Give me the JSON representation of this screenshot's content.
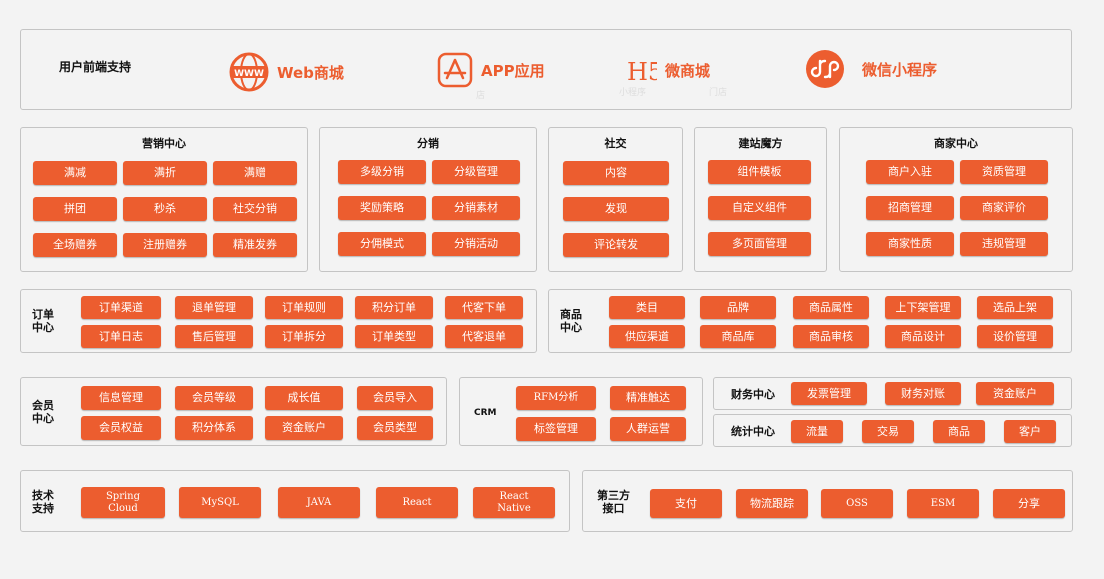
{
  "colors": {
    "accent": "#ec5d2f",
    "border": "#c4c4c4",
    "background": "#f3f3f3"
  },
  "top": {
    "label": "用户前端支持",
    "items": [
      {
        "icon": "globe-www-icon",
        "icon_text": "WWW",
        "label": "Web商城"
      },
      {
        "icon": "app-store-icon",
        "label": "APP应用"
      },
      {
        "icon": "h5-icon",
        "icon_text": "H5",
        "label": "微商城"
      },
      {
        "icon": "mini-program-icon",
        "label": "微信小程序"
      }
    ],
    "faint": [
      "店",
      "小程序",
      "门店"
    ]
  },
  "marketing": {
    "title": "营销中心",
    "items": [
      "满减",
      "满折",
      "满赠",
      "拼团",
      "秒杀",
      "社交分销",
      "全场赠券",
      "注册赠券",
      "精准发券"
    ]
  },
  "distribution": {
    "title": "分销",
    "items": [
      "多级分销",
      "分级管理",
      "奖励策略",
      "分销素材",
      "分佣模式",
      "分销活动"
    ]
  },
  "social": {
    "title": "社交",
    "items": [
      "内容",
      "发现",
      "评论转发"
    ]
  },
  "site_builder": {
    "title": "建站魔方",
    "items": [
      "组件模板",
      "自定义组件",
      "多页面管理"
    ]
  },
  "merchant": {
    "title": "商家中心",
    "items": [
      "商户入驻",
      "资质管理",
      "招商管理",
      "商家评价",
      "商家性质",
      "违规管理"
    ]
  },
  "order": {
    "title": "订单\n中心",
    "items": [
      "订单渠道",
      "退单管理",
      "订单规则",
      "积分订单",
      "代客下单",
      "订单日志",
      "售后管理",
      "订单拆分",
      "订单类型",
      "代客退单"
    ]
  },
  "goods": {
    "title": "商品\n中心",
    "items": [
      "类目",
      "品牌",
      "商品属性",
      "上下架管理",
      "选品上架",
      "供应渠道",
      "商品库",
      "商品审核",
      "商品设计",
      "设价管理"
    ]
  },
  "member": {
    "title": "会员\n中心",
    "items": [
      "信息管理",
      "会员等级",
      "成长值",
      "会员导入",
      "会员权益",
      "积分体系",
      "资金账户",
      "会员类型"
    ]
  },
  "crm": {
    "title": "CRM",
    "items": [
      "RFM分析",
      "精准触达",
      "标签管理",
      "人群运营"
    ]
  },
  "finance": {
    "title": "财务中心",
    "items": [
      "发票管理",
      "财务对账",
      "资金账户"
    ]
  },
  "stats": {
    "title": "统计中心",
    "items": [
      "流量",
      "交易",
      "商品",
      "客户"
    ]
  },
  "tech": {
    "title": "技术\n支持",
    "items": [
      "Spring\nCloud",
      "MySQL",
      "JAVA",
      "React",
      "React\nNative"
    ]
  },
  "third_party": {
    "title": "第三方\n接口",
    "items": [
      "支付",
      "物流跟踪",
      "OSS",
      "ESM",
      "分享"
    ]
  }
}
